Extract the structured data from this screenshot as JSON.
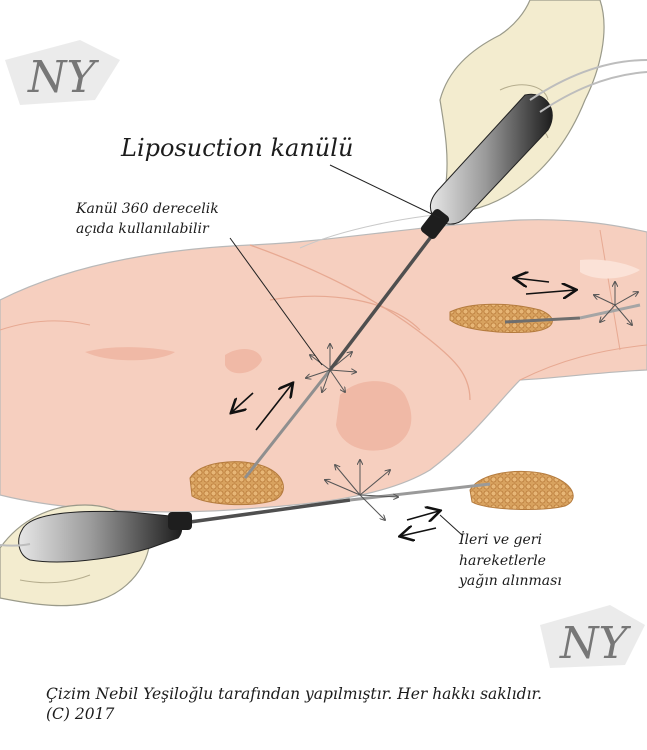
{
  "labels": {
    "cannula_title": "Liposuction kanülü",
    "rotation_note": [
      "Kanül 360 derecelik",
      "açıda kullanılabilir"
    ],
    "motion_note": [
      "İleri ve geri",
      "hareketlerle",
      "yağın alınması"
    ]
  },
  "credit": {
    "line1": "Çizim Nebil Yeşiloğlu tarafından yapılmıştır. Her hakkı saklıdır.",
    "line2": "(C) 2017"
  },
  "logo_text": "NY",
  "colors": {
    "skin": "#f6cfbf",
    "skin_light": "#fbe2d7",
    "skin_dark": "#f0b9a6",
    "fat": "#d49a55",
    "glove": "#f3eccf",
    "handle_dark": "#2b2b2b",
    "handle_light": "#d9d9d9",
    "cannula": "#5a5a5a"
  },
  "icons": [
    "watermark-logo",
    "glove-hand-icon",
    "cannula-handle-icon",
    "double-arrow-icon",
    "fat-deposit-icon",
    "direction-star-icon"
  ]
}
